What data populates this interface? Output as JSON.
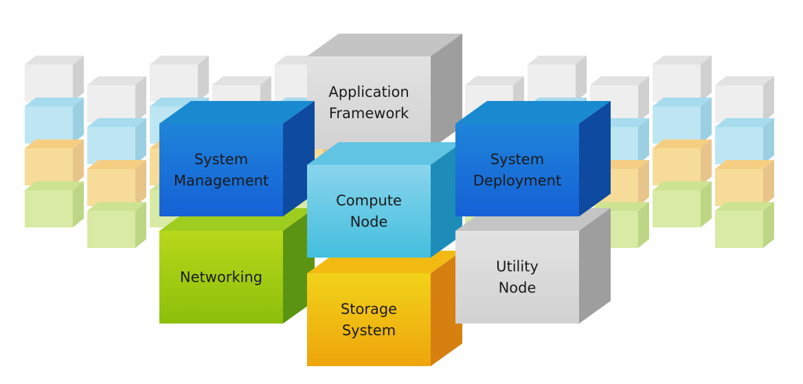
{
  "diagram": {
    "cubes": [
      {
        "id": "application-framework",
        "lines": [
          "Application",
          "Framework"
        ],
        "color": "gray"
      },
      {
        "id": "system-management",
        "lines": [
          "System",
          "Management"
        ],
        "color": "blue"
      },
      {
        "id": "system-deployment",
        "lines": [
          "System",
          "Deployment"
        ],
        "color": "blue"
      },
      {
        "id": "compute-node",
        "lines": [
          "Compute",
          "Node"
        ],
        "color": "cyan"
      },
      {
        "id": "networking",
        "lines": [
          "Networking"
        ],
        "color": "green"
      },
      {
        "id": "storage-system",
        "lines": [
          "Storage",
          "System"
        ],
        "color": "orange"
      },
      {
        "id": "utility-node",
        "lines": [
          "Utility",
          "Node"
        ],
        "color": "gray"
      }
    ],
    "palette": {
      "gray": {
        "front_top": "#e2e2e2",
        "front_bottom": "#d2d2d2",
        "top": "#c4c4c4",
        "side": "#9e9e9e"
      },
      "blue": {
        "front_top": "#1f84d9",
        "front_bottom": "#1561d6",
        "top": "#1a8ad0",
        "side": "#0e4aa0"
      },
      "cyan": {
        "front_top": "#8ad4ec",
        "front_bottom": "#43bfde",
        "top": "#60c4e2",
        "side": "#1d8cb8"
      },
      "green": {
        "front_top": "#b7d81a",
        "front_bottom": "#8cbf0b",
        "top": "#9fcd1f",
        "side": "#5b9412"
      },
      "orange": {
        "front_top": "#f1d21a",
        "front_bottom": "#eea50b",
        "top": "#f2ba12",
        "side": "#d68010"
      },
      "bg_white": {
        "front": "#eeeeee",
        "top": "#e2e2e2",
        "side": "#d0d0d0"
      },
      "bg_cyan": {
        "front": "#bde6f2",
        "top": "#a6dcee",
        "side": "#9ccfe2"
      },
      "bg_orange": {
        "front": "#f7dc99",
        "top": "#f5ce82",
        "side": "#e7c48a"
      },
      "bg_green": {
        "front": "#d8eaa3",
        "top": "#cde392",
        "side": "#bcd685"
      }
    }
  }
}
